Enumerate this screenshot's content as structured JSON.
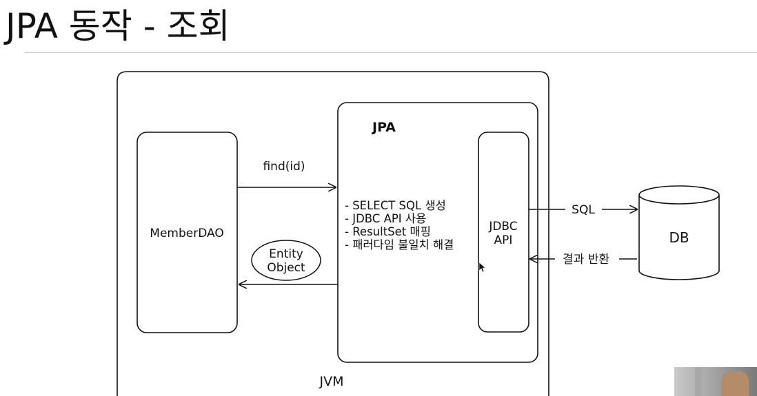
{
  "slide": {
    "title": "JPA 동작 - 조회"
  },
  "diagram": {
    "jvm_label": "JVM",
    "jpa_label": "JPA",
    "member_dao_label": "MemberDAO",
    "find_label": "find(id)",
    "entity_object": {
      "line1": "Entity",
      "line2": "Object"
    },
    "steps": [
      "- SELECT SQL 생성",
      "- JDBC API 사용",
      "- ResultSet 매핑",
      "- 패러다임 불일치 해결"
    ],
    "jdbc_api": {
      "line1": "JDBC",
      "line2": "API"
    },
    "sql_label": "SQL",
    "result_label": "결과 반환",
    "db_label": "DB"
  }
}
